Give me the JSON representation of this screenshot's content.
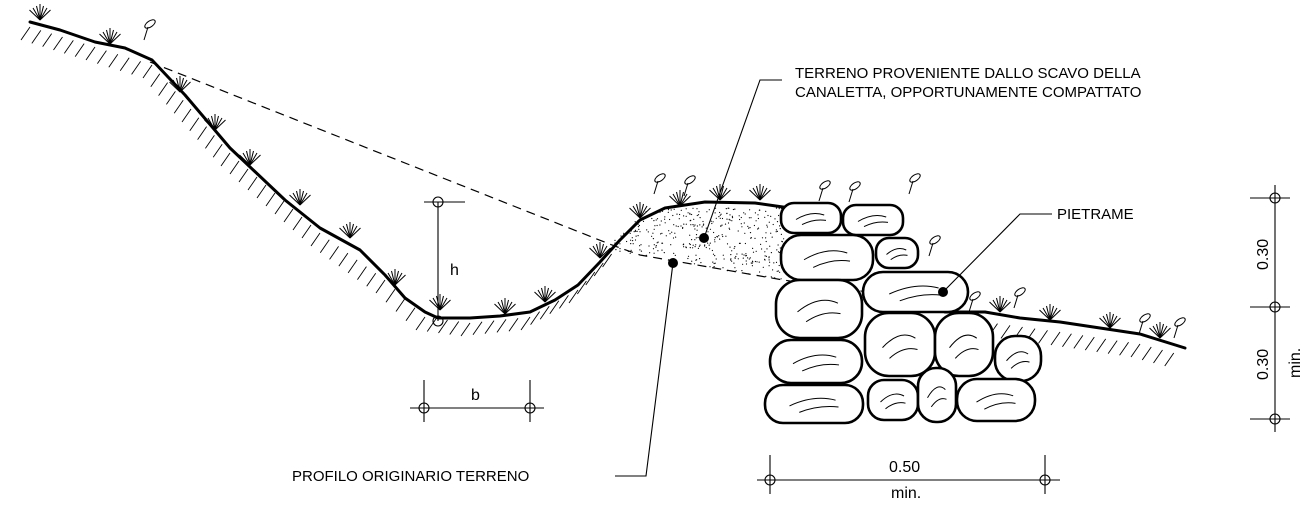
{
  "labels": {
    "fill_note_line1": "TERRENO PROVENIENTE DALLO SCAVO DELLA",
    "fill_note_line2": "CANALETTA, OPPORTUNAMENTE COMPATTATO",
    "stones_note": "PIETRAME",
    "original_profile_note": "PROFILO ORIGINARIO TERRENO",
    "depth_symbol": "h",
    "width_symbol": "b",
    "wall_width_value": "0.50",
    "wall_width_qualifier": "min.",
    "upper_height_value": "0.30",
    "lower_height_value": "0.30",
    "lower_height_qualifier": "min."
  }
}
